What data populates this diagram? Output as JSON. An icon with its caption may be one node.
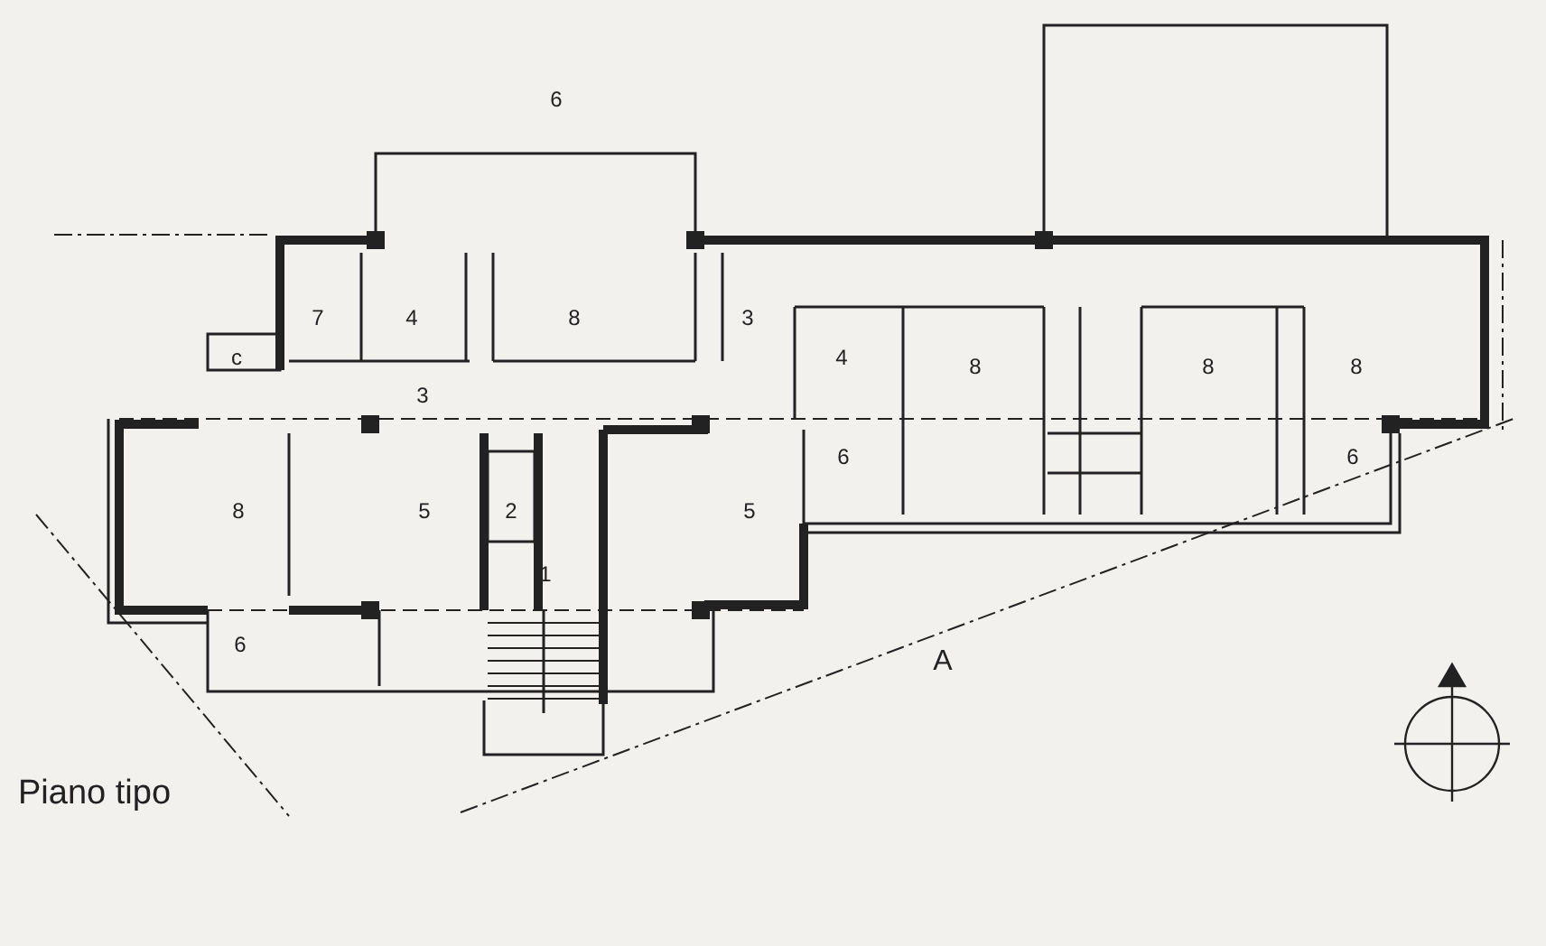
{
  "diagram": {
    "caption": "Piano tipo",
    "labels": [
      "6",
      "7",
      "4",
      "8",
      "3",
      "c",
      "3",
      "4",
      "8",
      "8",
      "8",
      "6",
      "6",
      "8",
      "5",
      "2",
      "5",
      "1",
      "6",
      "A"
    ]
  }
}
